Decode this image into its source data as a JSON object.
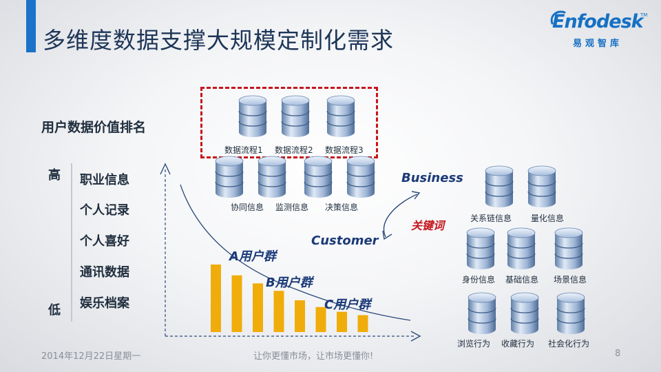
{
  "slide": {
    "title": "多维度数据支撑大规模定制化需求",
    "logo": {
      "main": "Enfodesk",
      "tm": "TM",
      "sub": "易观智库"
    },
    "colors": {
      "accent": "#1a72c9",
      "bar": "#f0ac0a",
      "highlight": "#c4161c",
      "kw": "#1b3a78"
    }
  },
  "ranking": {
    "title": "用户数据价值排名",
    "high": "高",
    "low": "低",
    "items": [
      "职业信息",
      "个人记录",
      "个人喜好",
      "通讯数据",
      "娱乐档案"
    ]
  },
  "chart_data": {
    "type": "bar",
    "values": [
      100,
      84,
      72,
      61,
      47,
      37,
      30,
      25
    ],
    "annotations": [
      "A用户群",
      "B用户群",
      "C用户群"
    ]
  },
  "databases": {
    "flow": [
      "数据流程1",
      "数据流程2",
      "数据流程3"
    ],
    "business_a": [
      "协同信息",
      "监测信息",
      "决策信息"
    ],
    "business_b": [
      "关系链信息",
      "量化信息"
    ],
    "customer_a": [
      "身份信息",
      "基础信息",
      "场景信息"
    ],
    "customer_b": [
      "浏览行为",
      "收藏行为",
      "社会化行为"
    ]
  },
  "keywords": {
    "business": "Business",
    "customer": "Customer",
    "key": "关键词"
  },
  "footer": {
    "date": "2014年12月22日星期一",
    "slogan": "让你更懂市场，让市场更懂你!",
    "page": "8"
  }
}
